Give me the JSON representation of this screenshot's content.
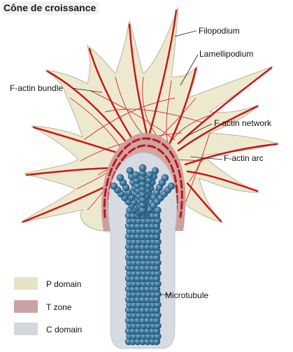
{
  "title": "Cône de croissance",
  "labels": {
    "filopodium": "Filopodium",
    "lamellipodium": "Lamellipodium",
    "factin_bundle": "F-actin bundle",
    "factin_network": "F-actin network",
    "factin_arc": "F-actin arc",
    "microtubule": "Microtubule"
  },
  "legend": [
    {
      "label": "P domain",
      "color": "#e6e3c5"
    },
    {
      "label": "T zone",
      "color": "#c9a3a3"
    },
    {
      "label": "C domain",
      "color": "#d2d8de"
    }
  ],
  "colors": {
    "p_domain_fill": "#ede9cf",
    "p_domain_stroke": "#b9b59c",
    "actin": "#cc1f1f",
    "microtubule": "#3d7090",
    "c_domain": "#d6dbe2"
  }
}
